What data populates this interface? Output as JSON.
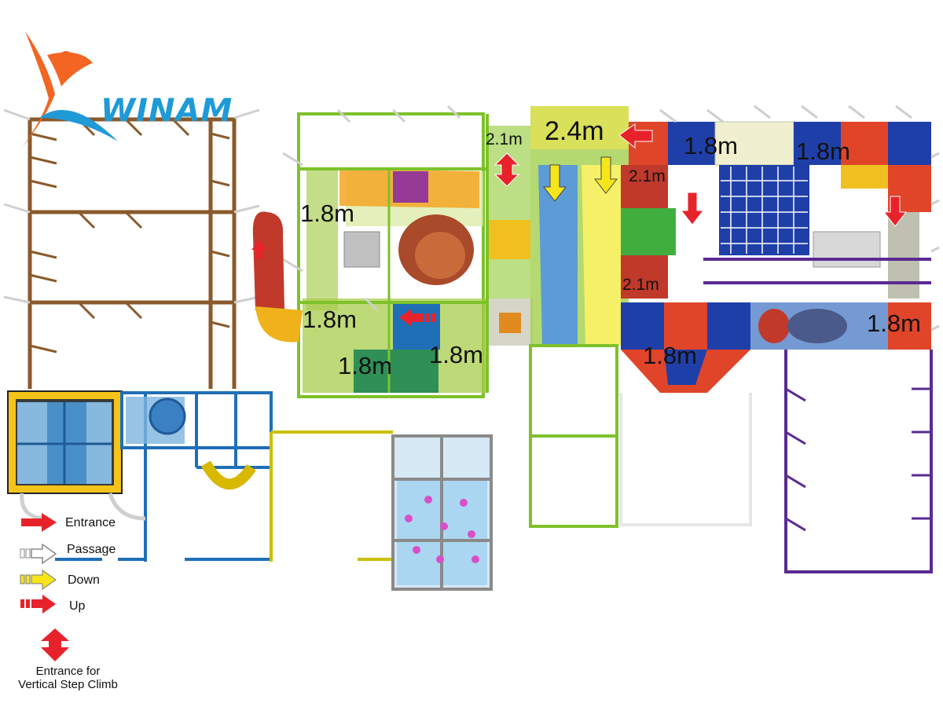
{
  "logo": {
    "text": "WINAM",
    "brand_color": "#1f9ad6",
    "accent_color": "#f26522"
  },
  "heights": {
    "h_2_4": "2.4m",
    "h_2_1_top": "2.1m",
    "h_2_1_mid": "2.1m",
    "h_2_1_low": "2.1m",
    "h_1_8_tower_left": "1.8m",
    "h_1_8_green_left": "1.8m",
    "h_1_8_green_bottom": "1.8m",
    "h_1_8_green_right": "1.8m",
    "h_1_8_top_mid": "1.8m",
    "h_1_8_top_right": "1.8m",
    "h_1_8_right": "1.8m",
    "h_1_8_red_bottom": "1.8m"
  },
  "legend": {
    "entrance": "Entrance",
    "passage": "Passage",
    "down": "Down",
    "up": "Up",
    "vertical_line1": "Entrance for",
    "vertical_line2": "Vertical Step Climb"
  },
  "colors": {
    "entrance": "#e8222b",
    "passage": "#ffffff",
    "down": "#f7e51b",
    "up": "#e8222b"
  }
}
